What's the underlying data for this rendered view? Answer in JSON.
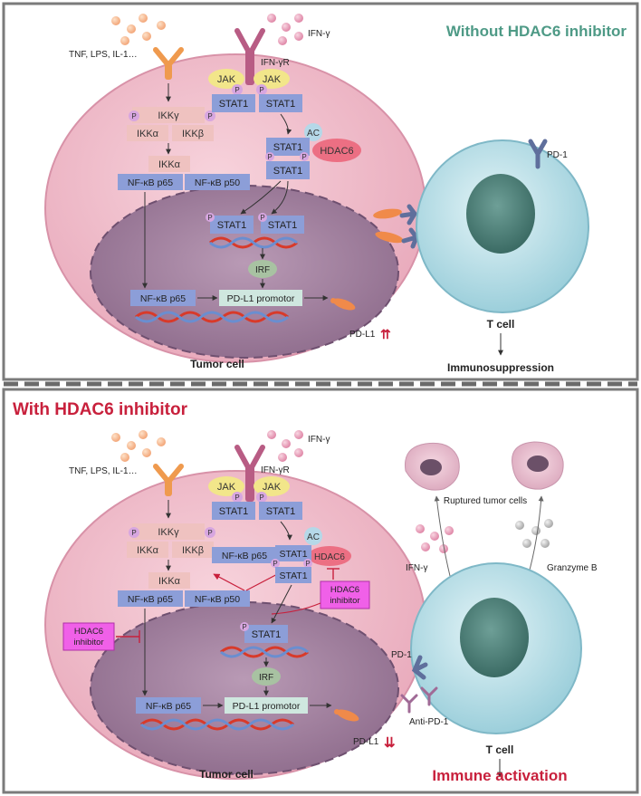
{
  "top": {
    "title": "Without HDAC6 inhibitor",
    "stimuli": "TNF, LPS, IL-1…",
    "ifng": "IFN-γ",
    "ifngr": "IFN-γR",
    "jak": "JAK",
    "p": "P",
    "stat1": "STAT1",
    "ikkg": "IKKγ",
    "ikka": "IKKα",
    "ikkb": "IKKβ",
    "nfkb_p65": "NF-κB p65",
    "nfkb_p50": "NF-κB p50",
    "ac": "AC",
    "hdac6": "HDAC6",
    "irf": "IRF",
    "pdl1_promotor": "PD-L1 promotor",
    "pdl1": "PD-L1",
    "pdl1_arrows": "⇈",
    "pd1": "PD-1",
    "tumor_cell": "Tumor cell",
    "t_cell": "T cell",
    "outcome": "Immunosuppression"
  },
  "bottom": {
    "title": "With HDAC6 inhibitor",
    "stimuli": "TNF, LPS, IL-1…",
    "ifng": "IFN-γ",
    "ifngr": "IFN-γR",
    "jak": "JAK",
    "p": "P",
    "stat1": "STAT1",
    "ikkg": "IKKγ",
    "ikka": "IKKα",
    "ikkb": "IKKβ",
    "nfkb_p65": "NF-κB p65",
    "nfkb_p50": "NF-κB p50",
    "ac": "AC",
    "hdac6": "HDAC6",
    "inhibitor_line1": "HDAC6",
    "inhibitor_line2": "inhibitor",
    "irf": "IRF",
    "pdl1_promotor": "PD-L1 promotor",
    "pdl1": "PD-L1",
    "pdl1_arrows": "⇊",
    "pd1": "PD-1",
    "anti_pd1": "Anti-PD-1",
    "ruptured": "Ruptured tumor cells",
    "granzyme": "Granzyme B",
    "ifng_release": "IFN-γ",
    "tumor_cell": "Tumor cell",
    "t_cell": "T cell",
    "outcome": "Immune activation"
  },
  "colors": {
    "title_top": "#4e9a86",
    "title_bottom": "#c8203c",
    "cell_fill": "#f2c2cf",
    "nucleus_fill": "#a98aa6",
    "protein_blue": "#8c9ed8",
    "protein_pink": "#efc2c0",
    "hdac6": "#ec6f83",
    "inhibitor": "#f060e8",
    "tcell": "#bfe2ea",
    "tcell_nucleus": "#4c7f78"
  }
}
